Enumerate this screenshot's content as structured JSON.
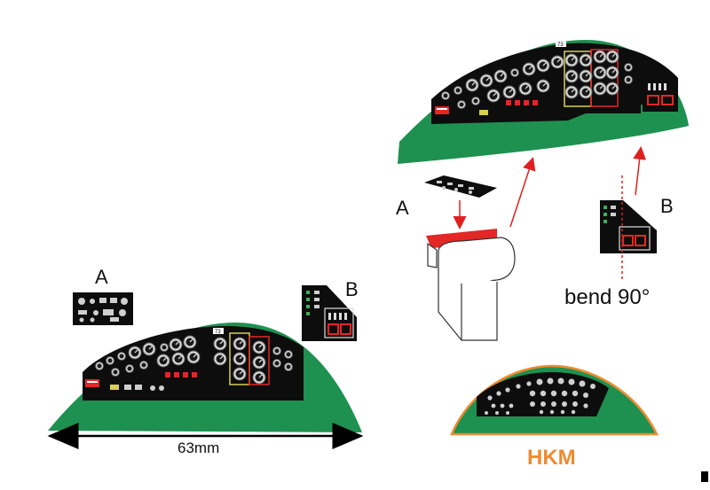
{
  "labels": {
    "part_a": "A",
    "part_b": "B",
    "width_dimension": "63mm",
    "bend_instruction": "bend 90°",
    "brand": "HKM"
  },
  "colors": {
    "panel_green": "#1e9150",
    "instrument_black": "#0d0d0d",
    "gauge_grey": "#c9c9c9",
    "highlight_red": "#e32626",
    "highlight_yellow": "#d8cf55",
    "arrow_red": "#e02020",
    "brand_orange": "#f08a2e",
    "outline_grey": "#444444"
  },
  "icons": [
    "instrument-panel-decal",
    "double-arrow-dimension",
    "red-pointer-arrow",
    "bend-line-dashed"
  ]
}
